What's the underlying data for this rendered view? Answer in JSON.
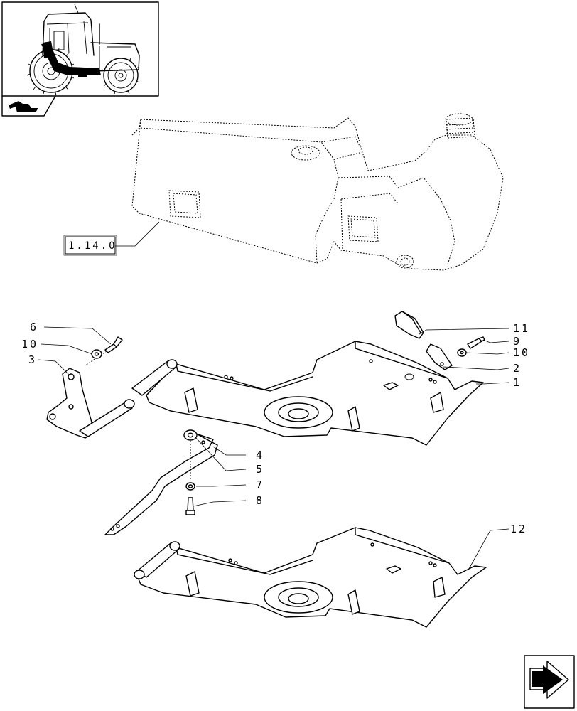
{
  "diagram": {
    "reference_label": "1.14.0",
    "callouts": {
      "c1": "1",
      "c2": "2",
      "c3": "3",
      "c4": "4",
      "c5": "5",
      "c6": "6",
      "c7": "7",
      "c8": "8",
      "c9": "9",
      "c10_left": "10",
      "c10_right": "10",
      "c11": "11",
      "c12": "12"
    }
  }
}
